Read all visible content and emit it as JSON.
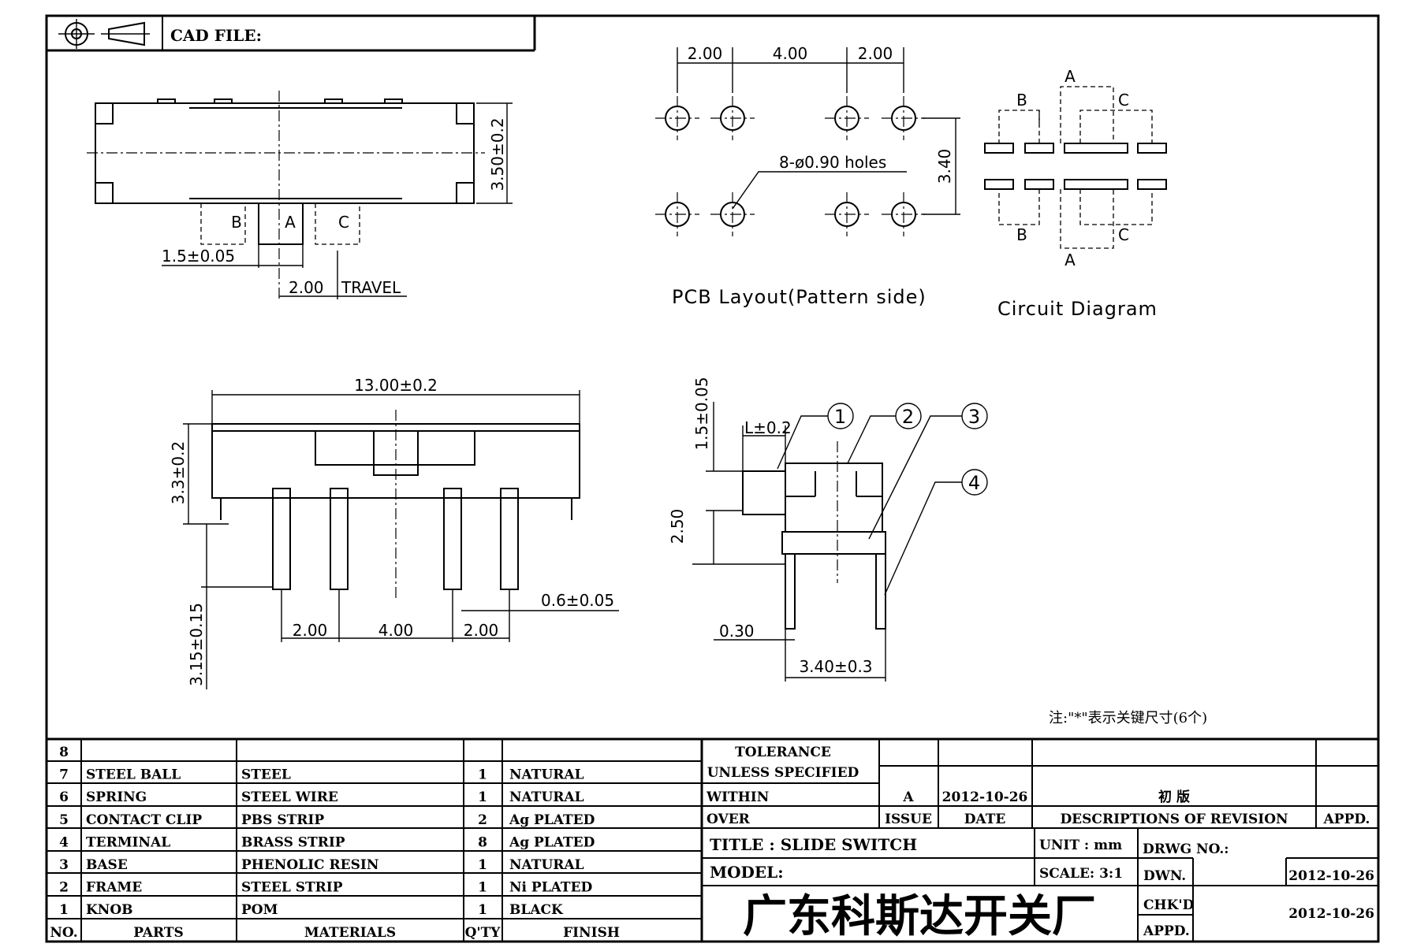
{
  "header": {
    "cad_file_label": "CAD FILE:"
  },
  "dims_top": {
    "height": "3.50±0.2",
    "pin_b": "B",
    "pin_a": "A",
    "pin_c": "C",
    "offset": "1.5±0.05",
    "travel_value": "2.00",
    "travel_text": "TRAVEL"
  },
  "pcb": {
    "pitch_left": "2.00",
    "pitch_mid": "4.00",
    "pitch_right": "2.00",
    "row_gap": "3.40",
    "holes": "8-ø0.90 holes",
    "caption": "PCB Layout(Pattern side)"
  },
  "circuit": {
    "a_top": "A",
    "b_top": "B",
    "c_top": "C",
    "a_bottom": "A",
    "b_bottom": "B",
    "c_bottom": "C",
    "caption": "Circuit Diagram"
  },
  "front": {
    "length": "13.00±0.2",
    "height": "3.3±0.2",
    "pin_len": "3.15±0.15",
    "pin_w": "0.6±0.05",
    "p1": "2.00",
    "p2": "4.00",
    "p3": "2.00"
  },
  "side": {
    "knob_h": "1.5±0.05",
    "knob_l": "L±0.2",
    "body_h": "2.50",
    "pin_t": "0.30",
    "width": "3.40±0.3",
    "c1": "1",
    "c2": "2",
    "c3": "3",
    "c4": "4"
  },
  "note": "注:\"*\"表示关键尺寸(6个)",
  "bom": {
    "rows": [
      {
        "no": "8",
        "part": "",
        "material": "",
        "qty": "",
        "finish": ""
      },
      {
        "no": "7",
        "part": "STEEL BALL",
        "material": "STEEL",
        "qty": "1",
        "finish": "NATURAL"
      },
      {
        "no": "6",
        "part": "SPRING",
        "material": "STEEL WIRE",
        "qty": "1",
        "finish": "NATURAL"
      },
      {
        "no": "5",
        "part": "CONTACT CLIP",
        "material": "PBS STRIP",
        "qty": "2",
        "finish": "Ag PLATED"
      },
      {
        "no": "4",
        "part": "TERMINAL",
        "material": "BRASS STRIP",
        "qty": "8",
        "finish": "Ag PLATED"
      },
      {
        "no": "3",
        "part": "BASE",
        "material": "PHENOLIC RESIN",
        "qty": "1",
        "finish": "NATURAL"
      },
      {
        "no": "2",
        "part": "FRAME",
        "material": "STEEL STRIP",
        "qty": "1",
        "finish": "Ni PLATED"
      },
      {
        "no": "1",
        "part": "KNOB",
        "material": "POM",
        "qty": "1",
        "finish": "BLACK"
      }
    ],
    "header": {
      "no": "NO.",
      "parts": "PARTS",
      "materials": "MATERIALS",
      "qty": "Q'TY",
      "finish": "FINISH"
    }
  },
  "title_block": {
    "tolerance": "TOLERANCE",
    "unless": "UNLESS  SPECIFIED",
    "within": "WITHIN",
    "over": "OVER",
    "rev_issue": "A",
    "rev_date": "2012-10-26",
    "rev_desc": "初  版",
    "issue_h": "ISSUE",
    "date_h": "DATE",
    "desc_h": "DESCRIPTIONS OF REVISION",
    "appd_h": "APPD.",
    "title": "TITLE : SLIDE SWITCH",
    "unit": "UNIT :  mm",
    "drwg": "DRWG NO.:",
    "model": "MODEL:",
    "scale": "SCALE:  3:1",
    "dwn": "DWN.",
    "dwn_date": "2012-10-26",
    "chkd": "CHK'D",
    "chkd_date": "2012-10-26",
    "appd": "APPD.",
    "company": "广东科斯达开关厂"
  }
}
